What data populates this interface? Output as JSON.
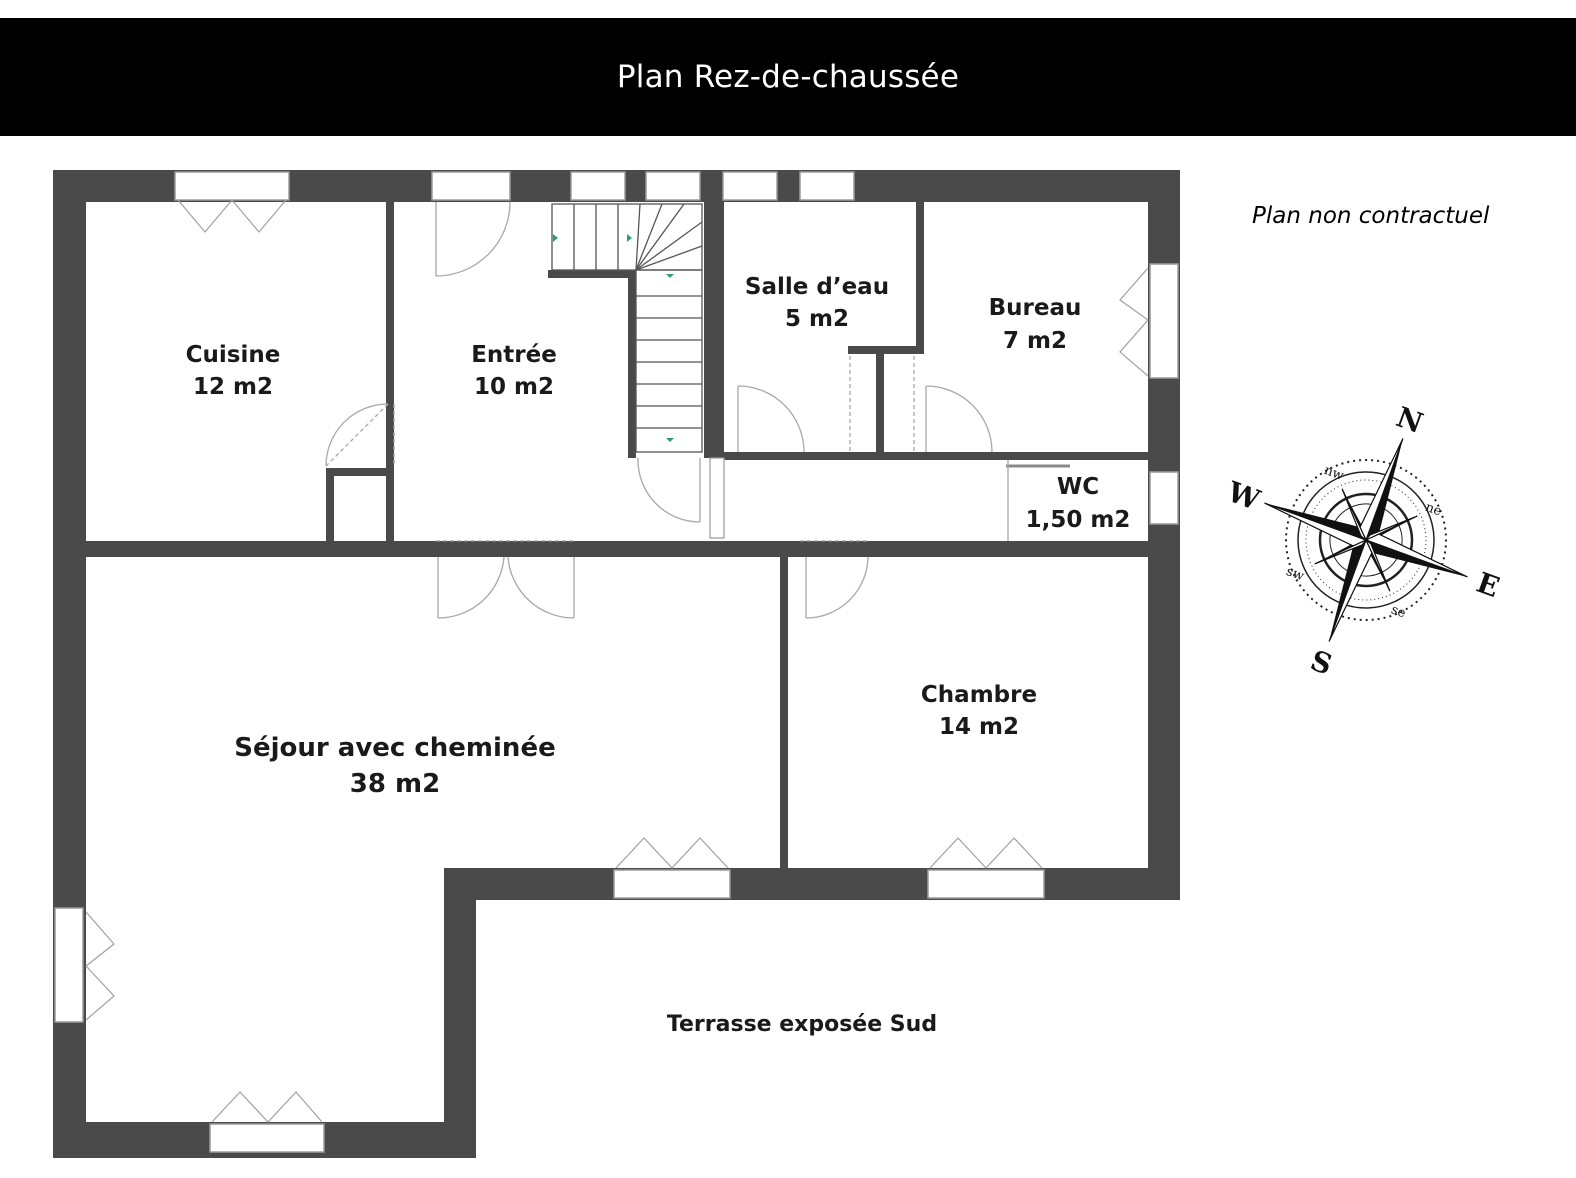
{
  "header": {
    "title": "Plan Rez-de-chaussée"
  },
  "note": "Plan non contractuel",
  "colors": {
    "wall": "#4a4a4a",
    "header_bg": "#000000",
    "header_text": "#ffffff",
    "stair_marker": "#2e9e7a"
  },
  "rooms": [
    {
      "id": "cuisine",
      "name": "Cuisine",
      "area": "12 m2"
    },
    {
      "id": "entree",
      "name": "Entrée",
      "area": "10 m2"
    },
    {
      "id": "salle-deau",
      "name": "Salle d’eau",
      "area": "5 m2"
    },
    {
      "id": "bureau",
      "name": "Bureau",
      "area": "7 m2"
    },
    {
      "id": "wc",
      "name": "WC",
      "area": "1,50 m2"
    },
    {
      "id": "sejour",
      "name": "Séjour avec cheminée",
      "area": "38 m2"
    },
    {
      "id": "chambre",
      "name": "Chambre",
      "area": "14 m2"
    }
  ],
  "terrace": "Terrasse exposée Sud",
  "compass": {
    "n": "N",
    "s": "S",
    "e": "E",
    "w": "W",
    "ne": "ne",
    "nw": "nw",
    "se": "se",
    "sw": "sw",
    "icon": "compass-rose-icon"
  }
}
